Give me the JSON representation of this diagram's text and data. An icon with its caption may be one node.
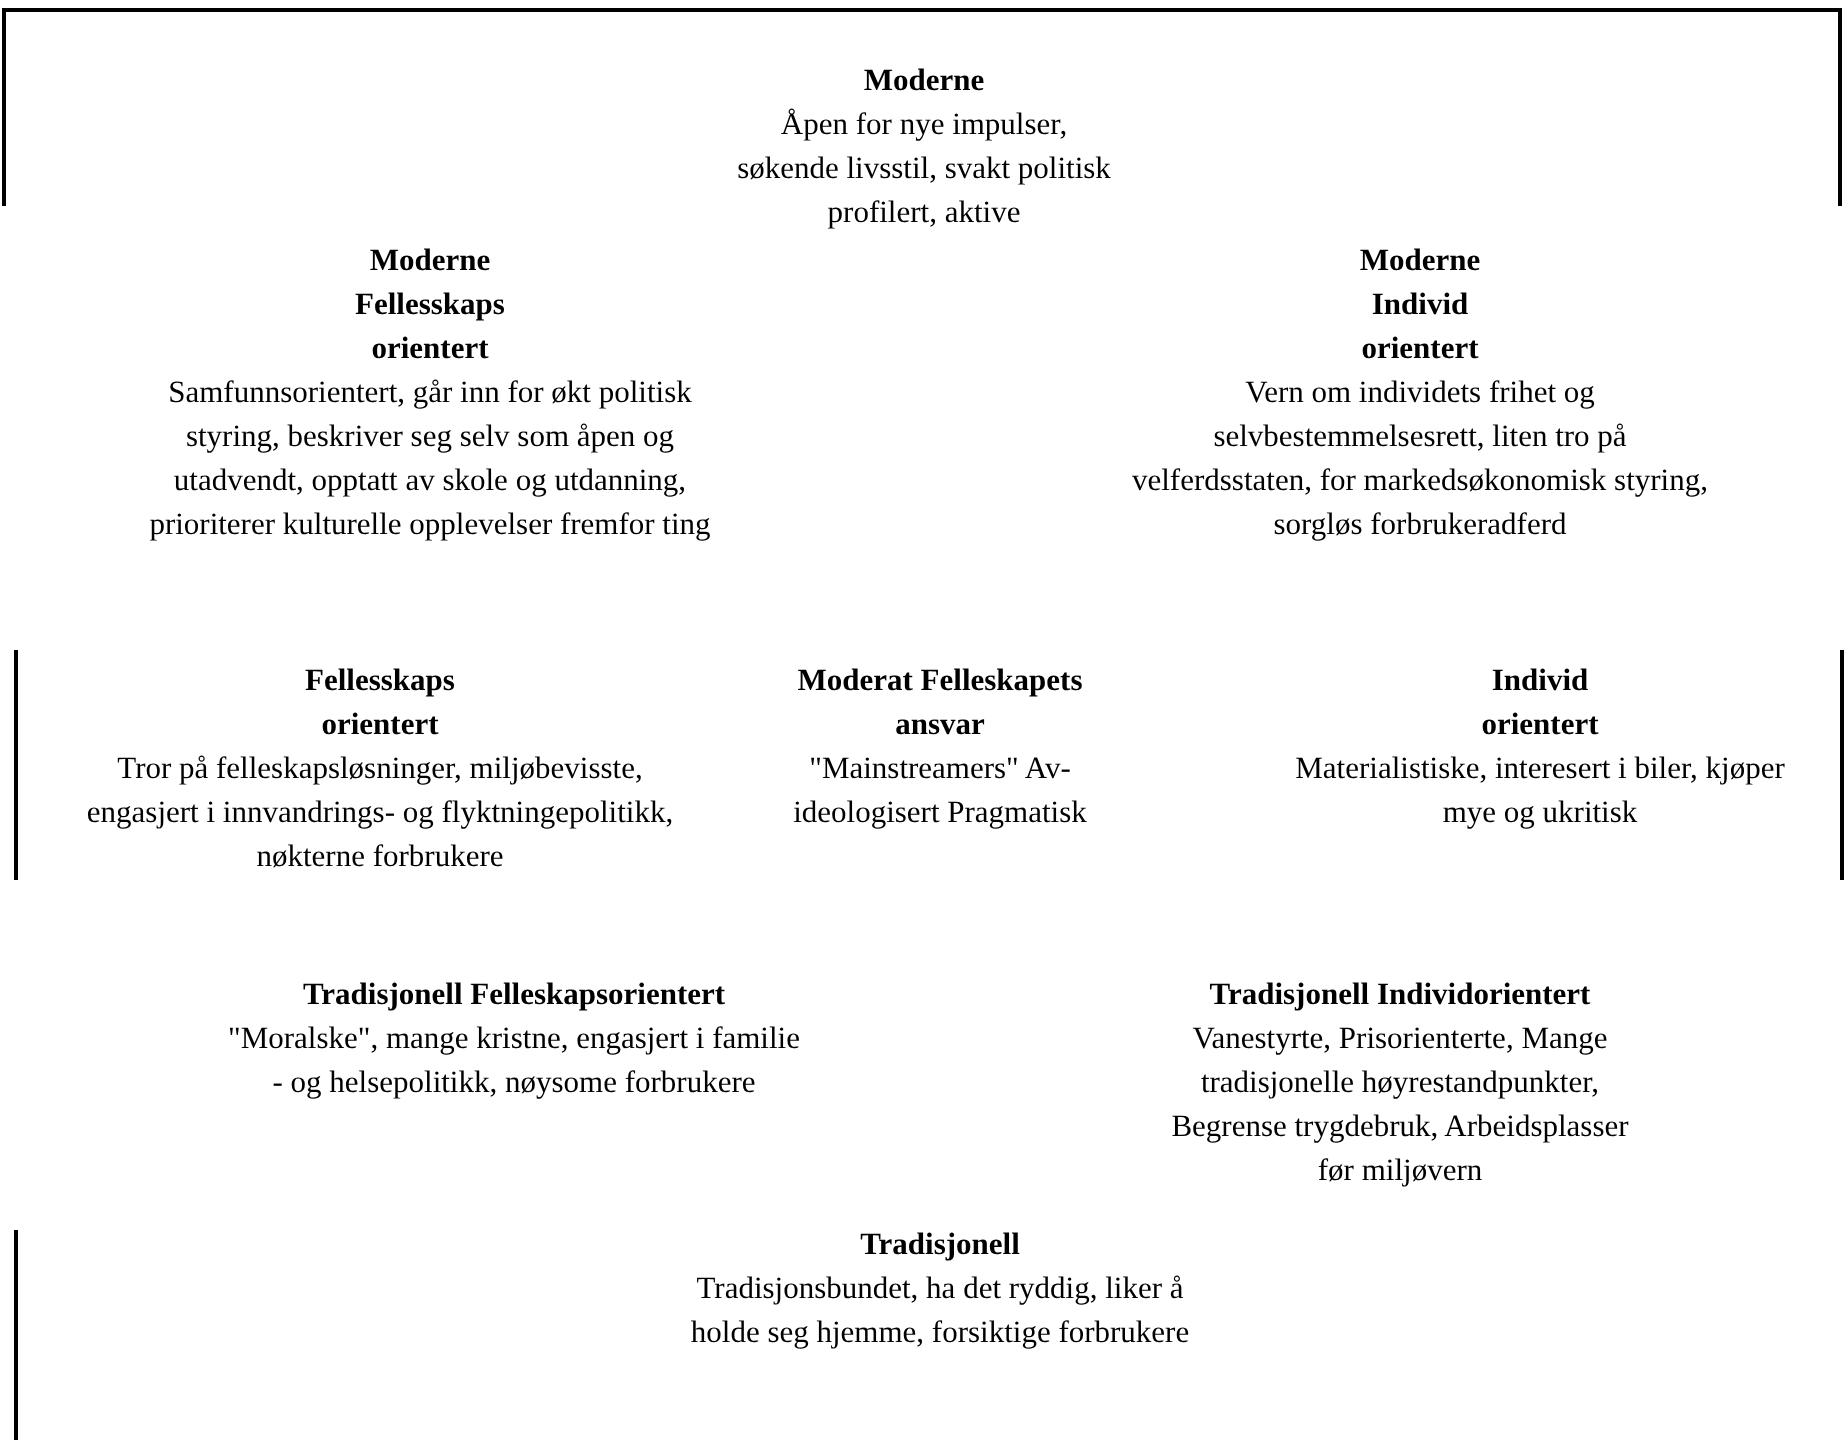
{
  "diagram": {
    "nodes": [
      {
        "text": [
          "Moderne",
          "Åpen for nye impulser, søkende livsstil, svakt politisk profilert, aktive"
        ]
      },
      {
        "text": [
          "Moderne Fellesskaps orientert",
          "Samfunnsorientert, går inn for økt politisk styring, beskriver seg selv som åpen og utadvendt, opptatt av skole og utdanning, prioriterer kulturelle opplevelser fremfor ting"
        ]
      },
      {
        "text": [
          "Moderne Individ orientert",
          "Vern om individets frihet og selvbestemmelsesrett, liten tro på velferdsstaten, for markedsøkonomisk styring, sorgløs forbrukeradferd"
        ]
      },
      {
        "text": [
          "Fellesskaps orientert",
          "Tror på felleskapsløsninger, miljøbevisste, engasjert i innvandrings- og flyktningepolitikk, nøkterne forbrukere"
        ]
      },
      {
        "text": [
          "Moderat Felleskapets ansvar",
          "\"Mainstreamers\" Av-ideologisert Pragmatisk"
        ]
      },
      {
        "text": [
          "Individ orientert",
          "Materialistiske, interesert i biler, kjøper mye og ukritisk"
        ]
      },
      {
        "text": [
          "Tradisjonell Felleskapsorientert",
          "\"Moralske\", mange kristne, engasjert i familie - og helsepolitikk, nøysome forbrukere"
        ]
      },
      {
        "text": [
          "Tradisjonell Individorientert",
          "Vanestyrte, Prisorienterte, Mange tradisjonelle høyrestandpunkter, Begrense trygdebruk, Arbeidsplasser før miljøvern"
        ]
      },
      {
        "text": [
          "Tradisjonell",
          "Tradisjonsbundet, ha det ryddig, liker å holde seg hjemme, forsiktige forbrukere"
        ]
      }
    ]
  }
}
